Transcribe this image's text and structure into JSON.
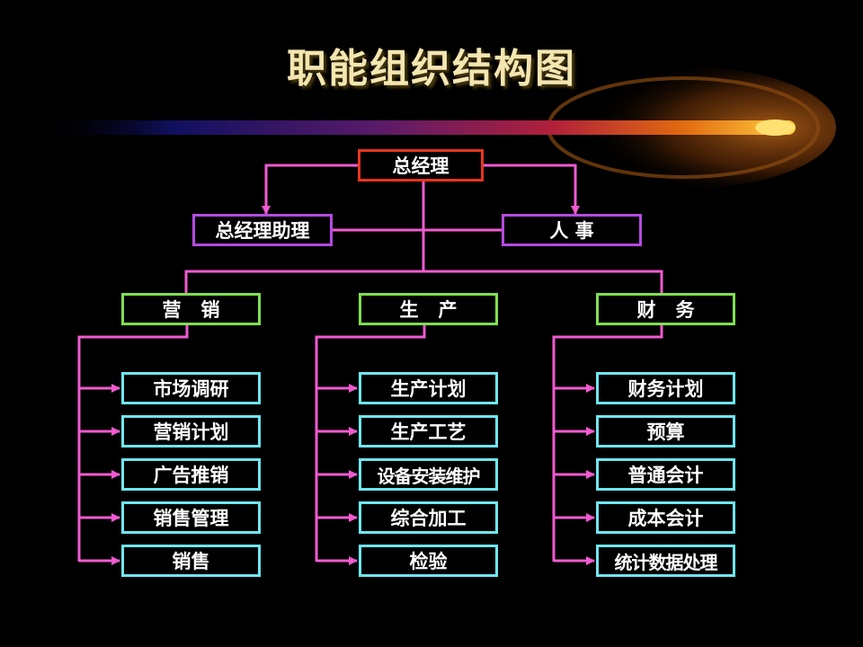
{
  "title": "职能组织结构图",
  "top": {
    "label": "总经理"
  },
  "staff": [
    {
      "label": "总经理助理"
    },
    {
      "label": "人 事"
    }
  ],
  "departments": [
    {
      "label": "营   销",
      "items": [
        "市场调研",
        "营销计划",
        "广告推销",
        "销售管理",
        "销售"
      ]
    },
    {
      "label": "生   产",
      "items": [
        "生产计划",
        "生产工艺",
        "设备安装维护",
        "综合加工",
        "检验"
      ]
    },
    {
      "label": "财   务",
      "items": [
        "财务计划",
        "预算",
        "普通会计",
        "成本会计",
        "统计数据处理"
      ]
    }
  ],
  "colors": {
    "background": "#000000",
    "title": "#f4e6b0",
    "connector": "#f05ad0",
    "top_border": "#e8341c",
    "staff_border": "#b44be0",
    "department_border": "#7fdf52",
    "function_border": "#6ee6f0",
    "box_text": "#ffffff"
  }
}
